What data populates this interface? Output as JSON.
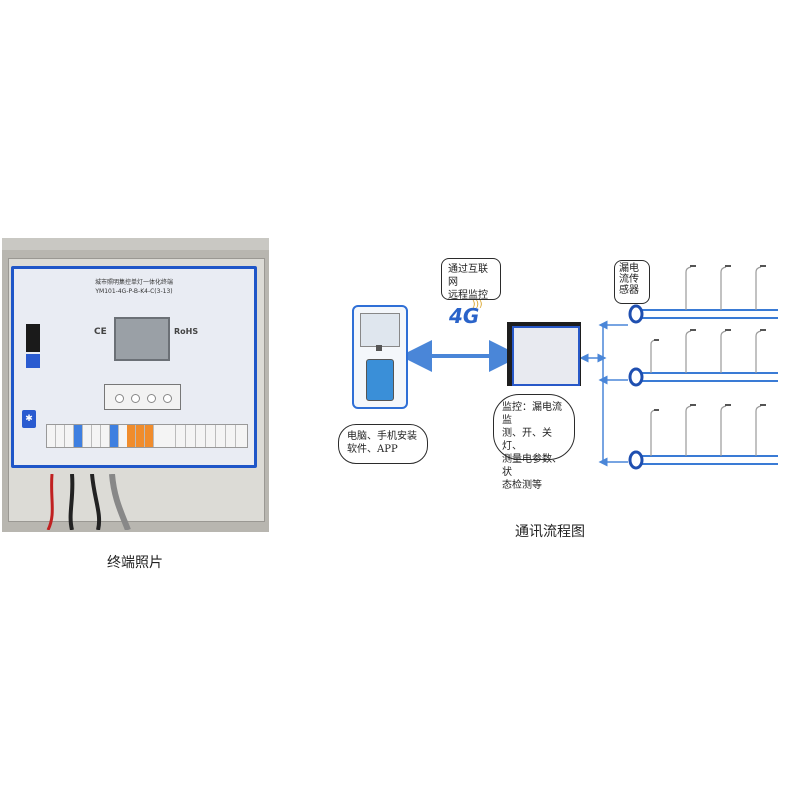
{
  "photo": {
    "caption": "终端照片",
    "panel_title_line1": "城市照明集控单灯一体化终端",
    "panel_title_line2": "YM101-4G-P-B-K4-C(3-13)",
    "ce_mark": "CE",
    "rohs_mark": "RoHS"
  },
  "diagram": {
    "caption": "通讯流程图",
    "network_label": "4G",
    "remote_bubble": [
      "通过互联网",
      "远程监控"
    ],
    "software_bubble": [
      "电脑、手机安装",
      "软件、APP"
    ],
    "monitor_bubble": [
      "监控：漏电流监",
      "测、开、关灯、",
      "测量电参数、状",
      "态检测等"
    ],
    "sensor_bubble": [
      "漏电",
      "流传",
      "感器"
    ]
  },
  "colors": {
    "accent_blue": "#3a7bd5",
    "line_blue": "#4a86d8",
    "panel_border": "#1f56c8"
  }
}
